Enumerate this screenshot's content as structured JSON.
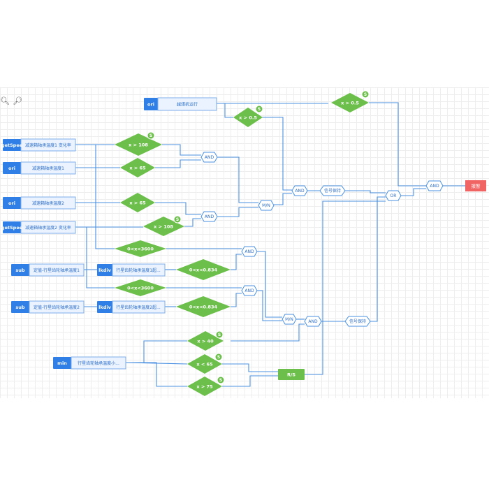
{
  "toolbar": {
    "zoom_out_icon": "zoom-out-icon",
    "zoom_in_icon": "zoom-in-icon"
  },
  "sources": {
    "s1": {
      "tag": "ori",
      "label": "越煤机运行"
    },
    "s2": {
      "tag": "getSpee",
      "label": "减速箱轴承温度1 变化率"
    },
    "s3": {
      "tag": "ori",
      "label": "减速箱轴承温度1"
    },
    "s4": {
      "tag": "ori",
      "label": "减速箱轴承温度2"
    },
    "s5": {
      "tag": "getSpee",
      "label": "减速箱轴承温度2 变化率"
    },
    "s6": {
      "tag": "sub",
      "label": "定值-行星齿轮轴承温度1"
    },
    "s7": {
      "tag": "lkdiv",
      "label": "行星齿轮轴承温度1超..."
    },
    "s8": {
      "tag": "sub",
      "label": "定值-行星齿轮轴承温度2"
    },
    "s9": {
      "tag": "lkdiv",
      "label": "行星齿轮轴承温度2超..."
    },
    "s10": {
      "tag": "min",
      "label": "行星齿轮轴承温度小..."
    }
  },
  "conditions": {
    "c1": {
      "text": "x > 0.5",
      "badge": "S"
    },
    "c2": {
      "text": "x > 0.5",
      "badge": "S"
    },
    "c3": {
      "text": "x > 108",
      "badge": "S"
    },
    "c4": {
      "text": "x > 65"
    },
    "c5": {
      "text": "x > 65"
    },
    "c6": {
      "text": "x > 108",
      "badge": "S"
    },
    "c7": {
      "text": "0<x<3600"
    },
    "c8": {
      "text": "0<x<0.834"
    },
    "c9": {
      "text": "0<x<3600"
    },
    "c10": {
      "text": "0<x<0.834"
    },
    "c11": {
      "text": "x > 40",
      "badge": "S"
    },
    "c12": {
      "text": "x < 65",
      "badge": "S"
    },
    "c13": {
      "text": "x > 75",
      "badge": "S"
    }
  },
  "gates": {
    "g1": "AND",
    "g2": "AND",
    "g3": "M/N",
    "g4": "AND",
    "g5": "AND",
    "g6": "AND",
    "g7": "M/N",
    "g8": "AND",
    "g9": "OR",
    "g10": "AND"
  },
  "holds": {
    "h1": "信号保持",
    "h2": "信号保持"
  },
  "rs": {
    "label": "R/S"
  },
  "alarm": {
    "label": "报警"
  },
  "colors": {
    "source_tag": "#2f7fe6",
    "condition": "#6cbf4b",
    "wire": "#4a90e2",
    "alarm": "#f06464"
  }
}
